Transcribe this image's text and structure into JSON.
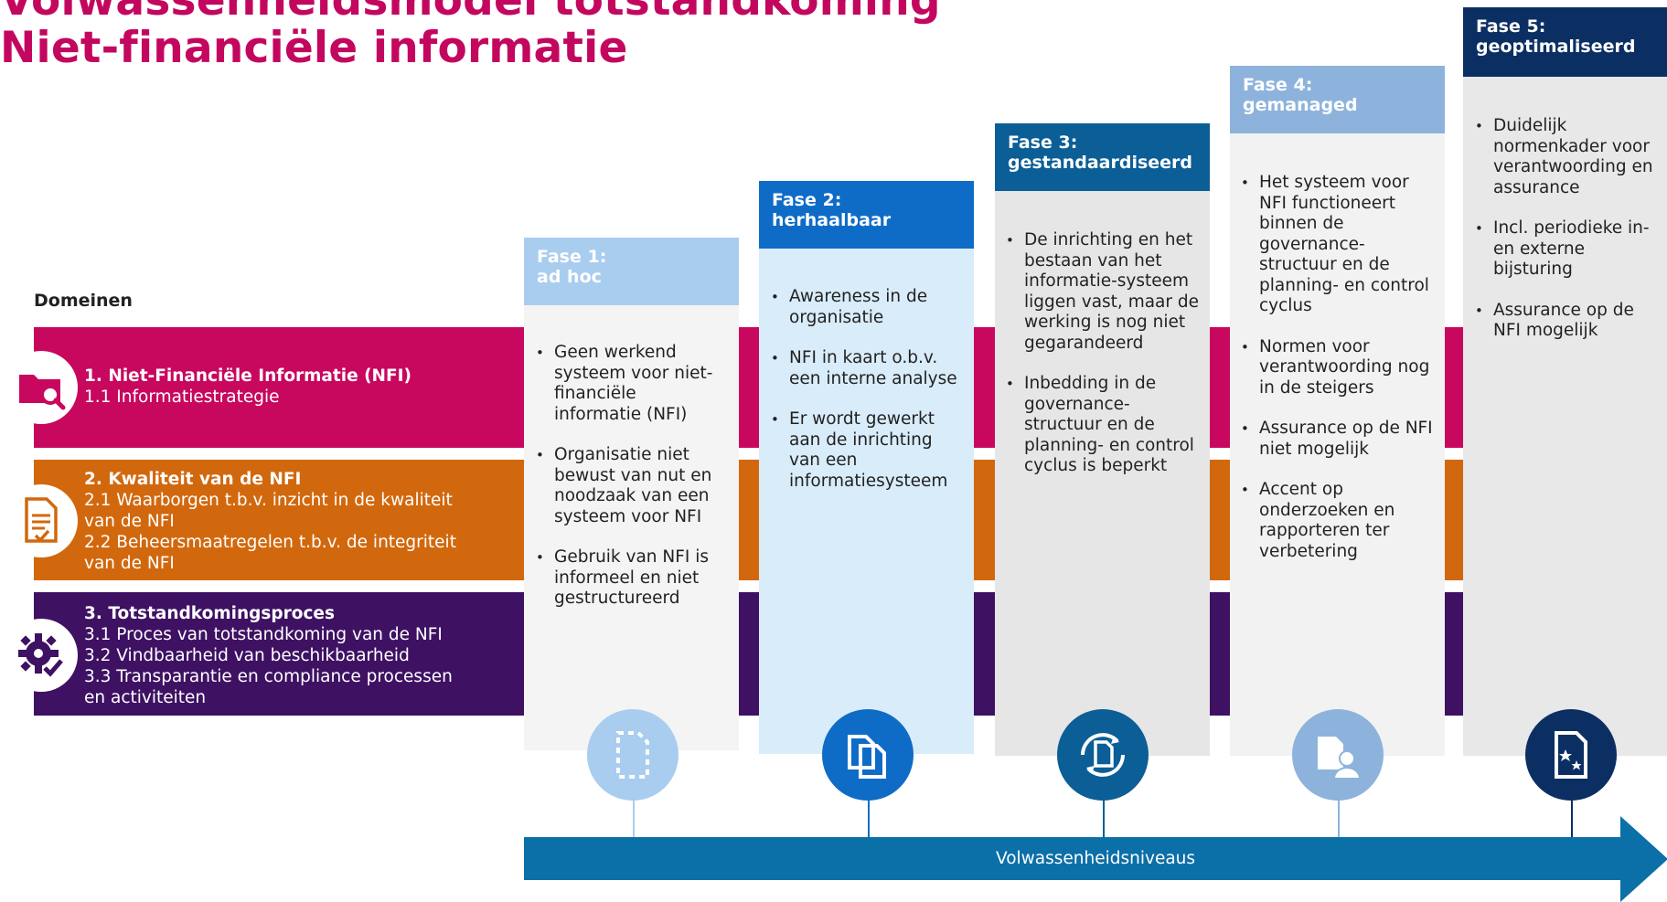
{
  "title": {
    "line1": "Volwassenheidsmodel totstandkoming",
    "line2": "Niet-financiële informatie"
  },
  "domains": {
    "heading": "Domeinen",
    "items": [
      {
        "title": "1. Niet-Financiële Informatie (NFI)",
        "lines": [
          "1.1 Informatiestrategie"
        ],
        "color": "#c8075e",
        "icon": "folder-search-icon"
      },
      {
        "title": "2. Kwaliteit van de NFI",
        "lines": [
          "2.1 Waarborgen t.b.v. inzicht in de kwaliteit",
          "van de NFI",
          "2.2 Beheersmaatregelen t.b.v. de integriteit",
          "van de NFI"
        ],
        "color": "#d2680d",
        "icon": "document-check-icon"
      },
      {
        "title": "3. Totstandkomingsproces",
        "lines": [
          "3.1 Proces van totstandkoming van de NFI",
          "3.2 Vindbaarheid van beschikbaarheid",
          "3.3 Transparantie en compliance processen",
          "en activiteiten"
        ],
        "color": "#3e1163",
        "icon": "gear-check-icon"
      }
    ]
  },
  "phases": [
    {
      "title": "Fase 1:",
      "subtitle": "ad hoc",
      "header_color": "#a9cdef",
      "body_color": "#f4f4f4",
      "icon": "dashed-document-icon",
      "icon_color": "#a9cdef",
      "bullets": [
        "Geen werkend systeem voor niet-financiële informatie (NFI)",
        "Organisatie niet bewust van nut en noodzaak van een systeem voor NFI",
        "Gebruik van NFI is informeel en niet gestructureerd"
      ]
    },
    {
      "title": "Fase 2:",
      "subtitle": "herhaalbaar",
      "header_color": "#0e6cc7",
      "body_color": "#d9ecfa",
      "icon": "copy-documents-icon",
      "icon_color": "#0e6cc7",
      "bullets": [
        "Awareness in de organisatie",
        "NFI in kaart o.b.v. een interne analyse",
        "Er wordt gewerkt aan de inrichting van een informatiesysteem"
      ]
    },
    {
      "title": "Fase 3:",
      "subtitle": "gestandaardiseerd",
      "header_color": "#0b5e96",
      "body_color": "#e6e6e6",
      "icon": "document-cycle-icon",
      "icon_color": "#0b5e96",
      "bullets": [
        "De inrichting en het bestaan van het informatie-systeem liggen vast, maar de werking is nog niet gegarandeerd",
        "Inbedding in de governance-structuur en de planning- en control cyclus is beperkt"
      ]
    },
    {
      "title": "Fase 4:",
      "subtitle": "gemanaged",
      "header_color": "#8db3dc",
      "body_color": "#f2f2f2",
      "icon": "document-person-icon",
      "icon_color": "#8db3dc",
      "bullets": [
        "Het systeem voor NFI functioneert binnen de governance-structuur en de planning- en control cyclus",
        "Normen voor verantwoording nog in de steigers",
        "Assurance op de NFI niet mogelijk",
        "Accent op onderzoeken en rapporteren ter verbetering"
      ]
    },
    {
      "title": "Fase 5:",
      "subtitle": "geoptimaliseerd",
      "header_color": "#0c2f63",
      "body_color": "#e8e8e8",
      "icon": "document-stars-icon",
      "icon_color": "#0c2f63",
      "bullets": [
        "Duidelijk normenkader voor verantwoording en assurance",
        "Incl. periodieke in- en externe bijsturing",
        "Assurance op de NFI mogelijk"
      ]
    }
  ],
  "axis": {
    "label": "Volwassenheidsniveaus",
    "color": "#0b6fa8"
  }
}
